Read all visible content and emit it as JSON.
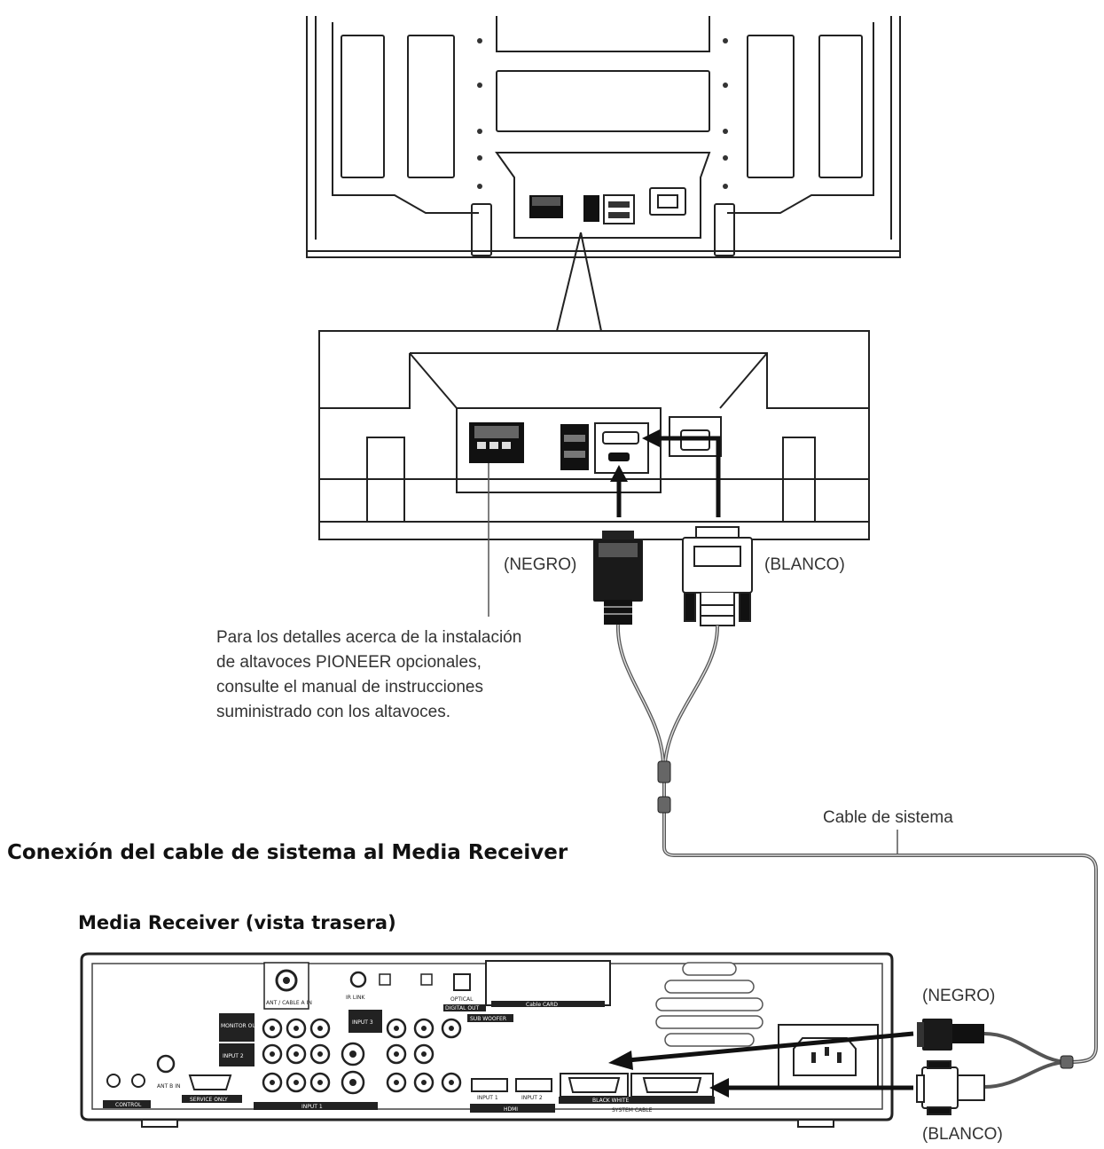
{
  "labels": {
    "negro_top": "(NEGRO)",
    "blanco_top": "(BLANCO)",
    "note_line1": "Para los detalles acerca de la instalación",
    "note_line2": "de altavoces PIONEER opcionales,",
    "note_line3": "consulte el manual de instrucciones",
    "note_line4": "suministrado con los altavoces.",
    "cable_label": "Cable de sistema",
    "section_heading": "Conexión del cable de sistema al Media Receiver",
    "receiver_heading": "Media Receiver (vista trasera)",
    "negro_bottom": "(NEGRO)",
    "blanco_bottom": "(BLANCO)"
  },
  "receiver_panel": {
    "ant_cable_a": "ANT / CABLE A IN",
    "ir_link": "IR LINK",
    "optical": "OPTICAL",
    "digital_out": "DIGITAL OUT",
    "sub_woofer": "SUB WOOFER",
    "cable_card": "Cable CARD",
    "monitor_out": "MONITOR OUT",
    "input_3": "INPUT 3",
    "input_2": "INPUT 2",
    "ant_b": "ANT B IN",
    "service_only": "SERVICE ONLY",
    "control": "CONTROL",
    "input_1": "INPUT 1",
    "hdmi": "HDMI",
    "hdmi_input_1": "INPUT 1",
    "hdmi_input_2": "INPUT 2",
    "black_white": "BLACK   WHITE",
    "system_cable": "SYSTEM CABLE"
  },
  "colors": {
    "line": "#222222",
    "black_connector": "#1a1a1a",
    "white_connector": "#ffffff",
    "cable": "#8a8a8a"
  }
}
